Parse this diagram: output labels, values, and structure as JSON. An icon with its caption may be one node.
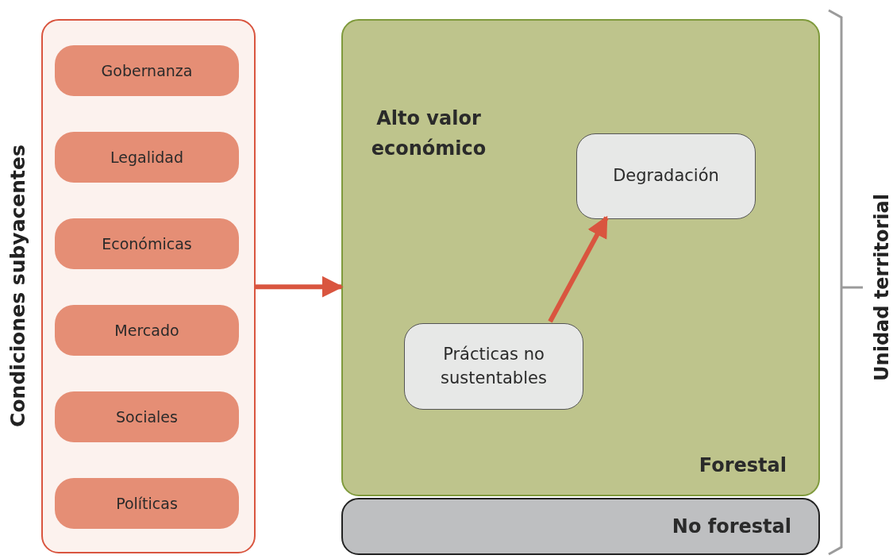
{
  "diagram": {
    "nodes": [
      {
        "text": [
          "Condiciones subyacentes"
        ]
      },
      {
        "text": [
          "Gobernanza"
        ],
        "in": 0
      },
      {
        "text": [
          "Legalidad"
        ],
        "in": 0
      },
      {
        "text": [
          "Económicas"
        ],
        "in": 0
      },
      {
        "text": [
          "Mercado"
        ],
        "in": 0
      },
      {
        "text": [
          "Sociales"
        ],
        "in": 0
      },
      {
        "text": [
          "Políticas"
        ],
        "in": 0
      },
      {
        "text": [
          "Alto valor económico",
          "Forestal"
        ]
      },
      {
        "text": [
          "Prácticas no sustentables"
        ],
        "in": 7
      },
      {
        "text": [
          "Degradación"
        ],
        "in": 7
      },
      {
        "text": [
          "No forestal"
        ]
      }
    ],
    "edges": [
      {
        "from": 0,
        "to": 7,
        "arrow": "to"
      },
      {
        "from": 8,
        "to": 9,
        "arrow": "to"
      }
    ],
    "labels": [
      "Unidad territorial"
    ]
  }
}
